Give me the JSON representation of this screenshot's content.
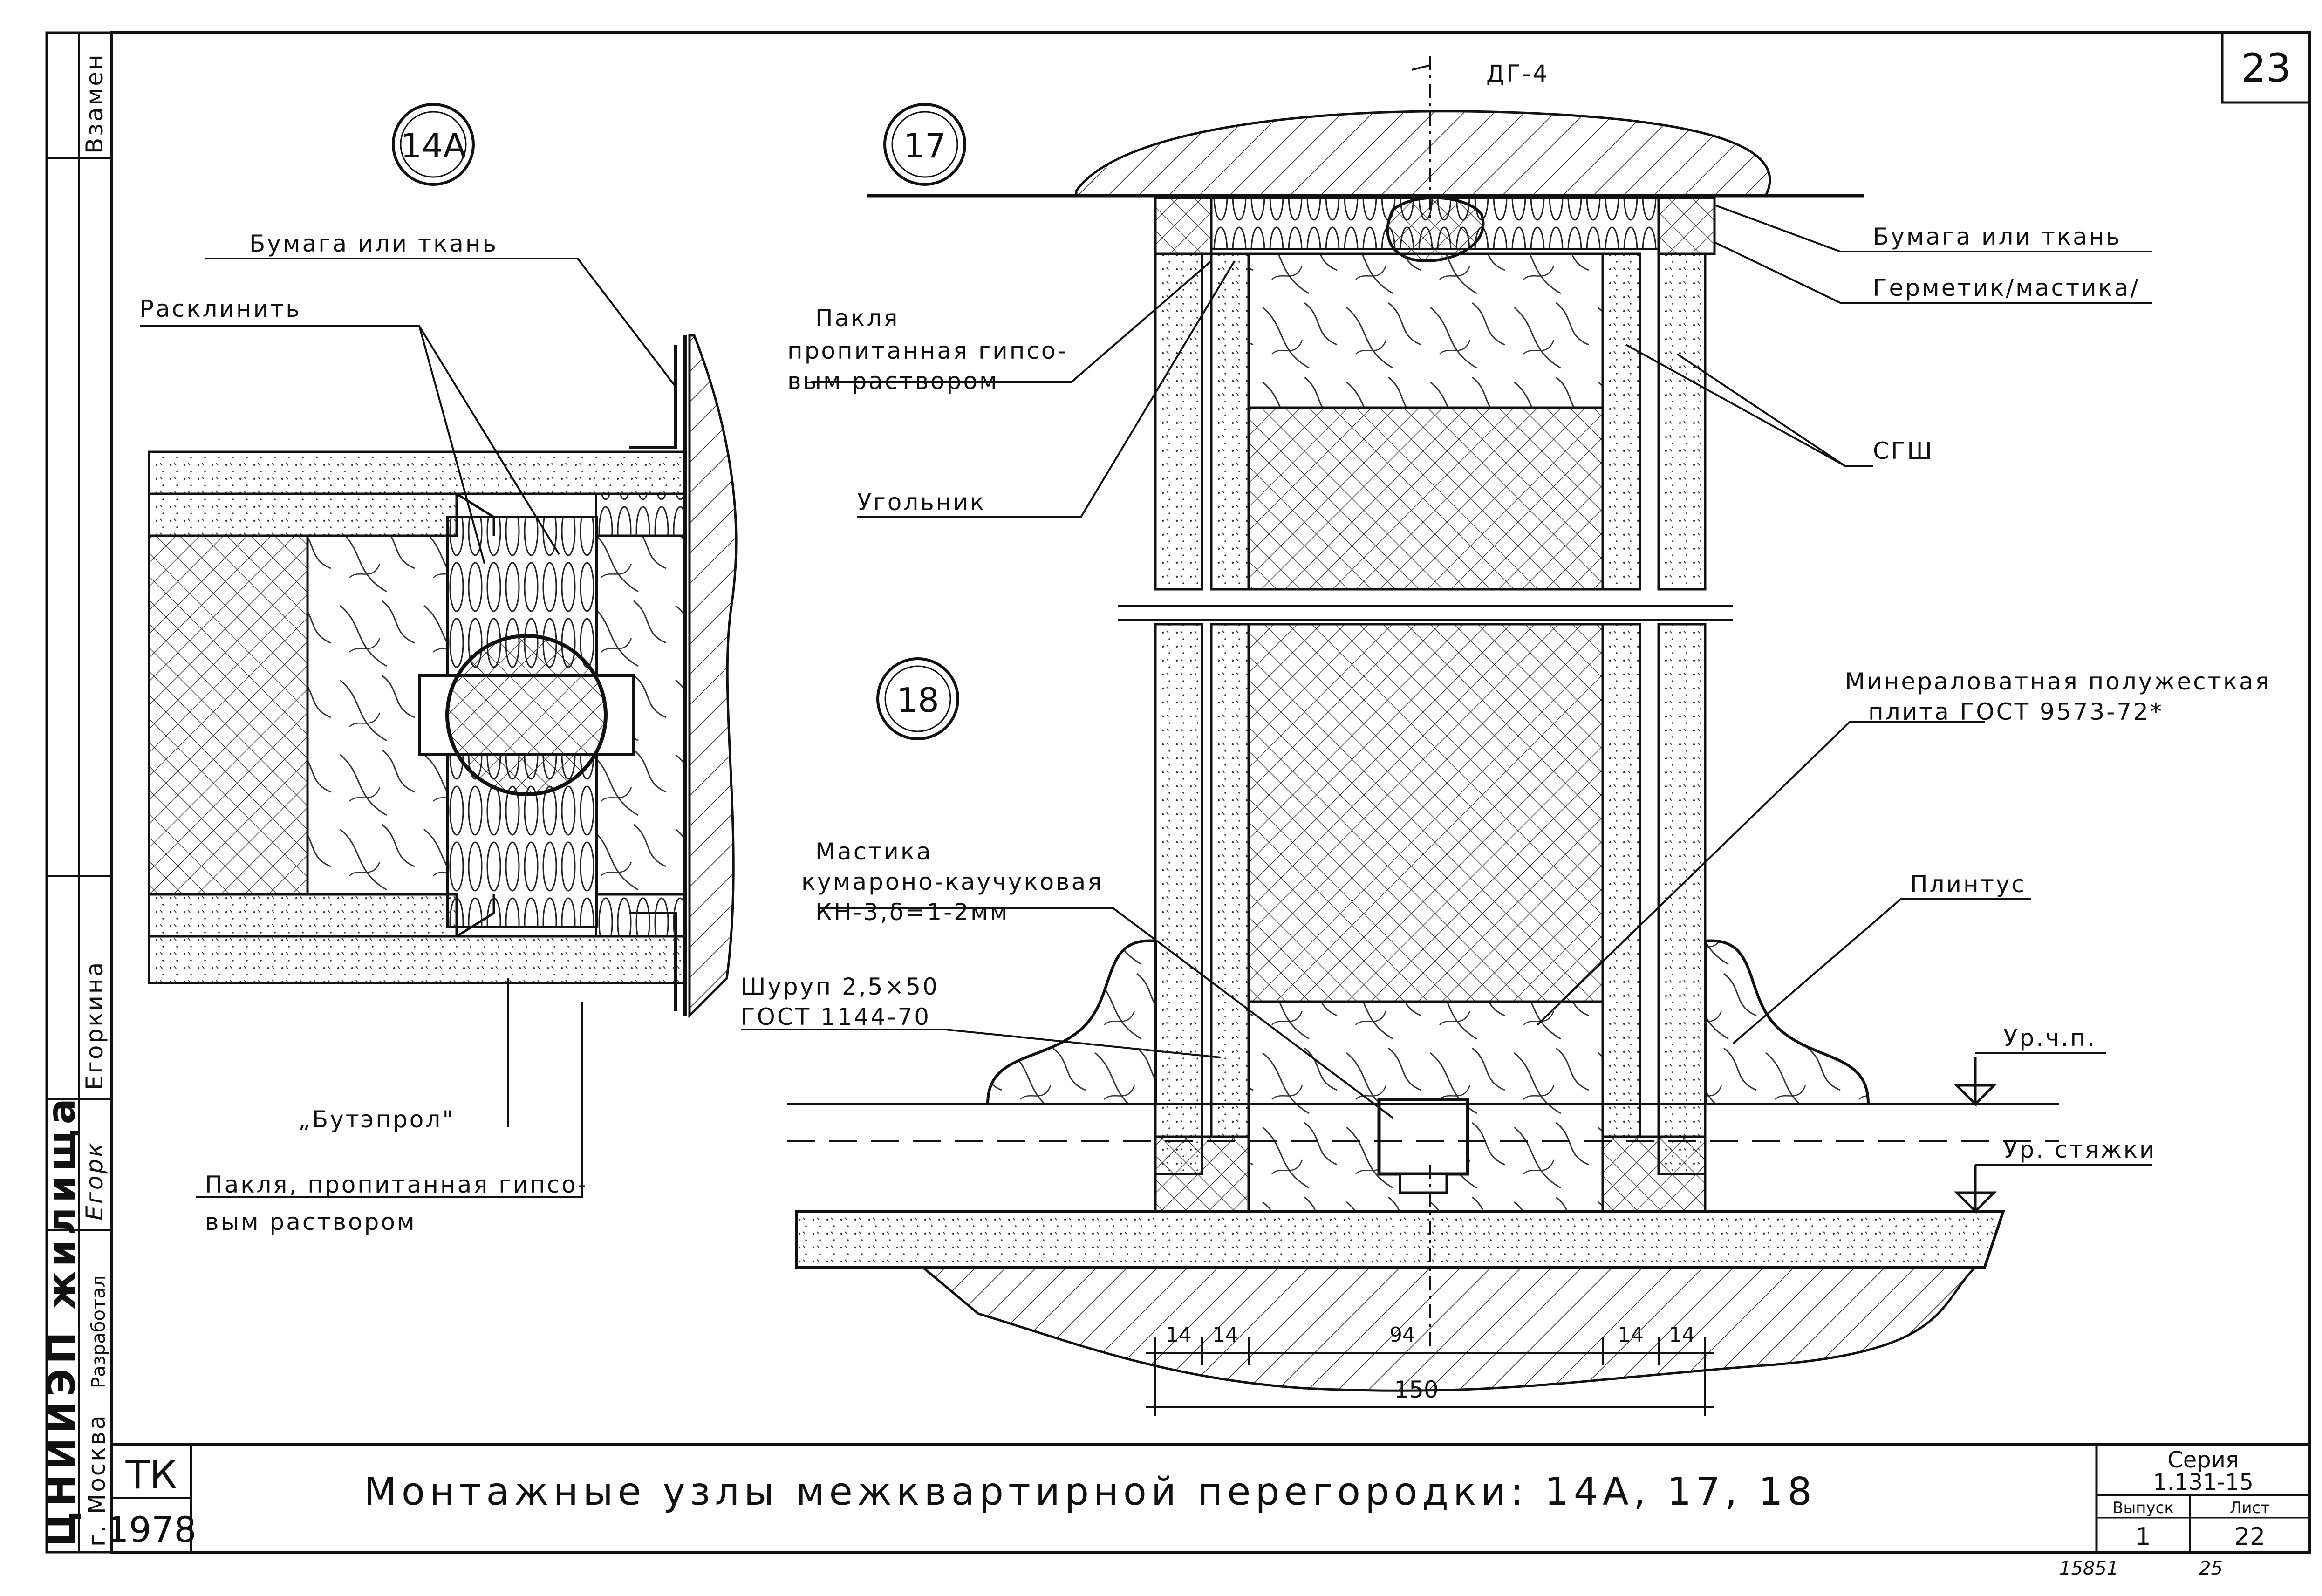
{
  "sheet_number": "23",
  "title": "Монтажные узлы межквартирной перегородки: 14А, 17, 18",
  "nodes": {
    "n14a": "14А",
    "n17": "17",
    "n18": "18"
  },
  "labels14a": {
    "paper": "Бумага или ткань",
    "wedge": "Расклинить",
    "butepro": "„Бутэпрол\"",
    "pakla_l1": "Пакля, пропитанная гипсо-",
    "pakla_l2": "вым раствором"
  },
  "labels17": {
    "dg4": "ДГ-4",
    "pakla_l1": "Пакля",
    "pakla_l2": "пропитанная гипсо-",
    "pakla_l3": "вым раствором",
    "angle": "Угольник",
    "paper": "Бумага или ткань",
    "sealant": "Герметик/мастика/",
    "sgsh": "СГШ"
  },
  "labels18": {
    "mineral_l1": "Минераловатная полужесткая",
    "mineral_l2": "плита ГОСТ 9573-72*",
    "mastic_l1": "Мастика",
    "mastic_l2": "кумароно-каучуковая",
    "mastic_l3": "КН-3,δ=1-2мм",
    "screw_l1": "Шуруп 2,5×50",
    "screw_l2": "ГОСТ 1144-70",
    "plinth": "Плинтус",
    "floor_level": "Ур.ч.п.",
    "screed_level": "Ур. стяжки"
  },
  "dimensions": {
    "d1": "14",
    "d2": "14",
    "d3": "94",
    "d4": "14",
    "d5": "14",
    "total": "150"
  },
  "stamp": {
    "org": "ЦНИИЭП жилища",
    "city": "г. Москва",
    "developed": "Разработал",
    "author": "Егоркина",
    "signature": "Егорк",
    "replaces": "Взамен",
    "tk": "ТК",
    "year": "1978",
    "series_label": "Серия",
    "series_value": "1.131-15",
    "issue_label": "Выпуск",
    "issue_value": "1",
    "sheet_label": "Лист",
    "sheet_value": "22"
  },
  "footer": {
    "code": "15851",
    "page": "25"
  }
}
